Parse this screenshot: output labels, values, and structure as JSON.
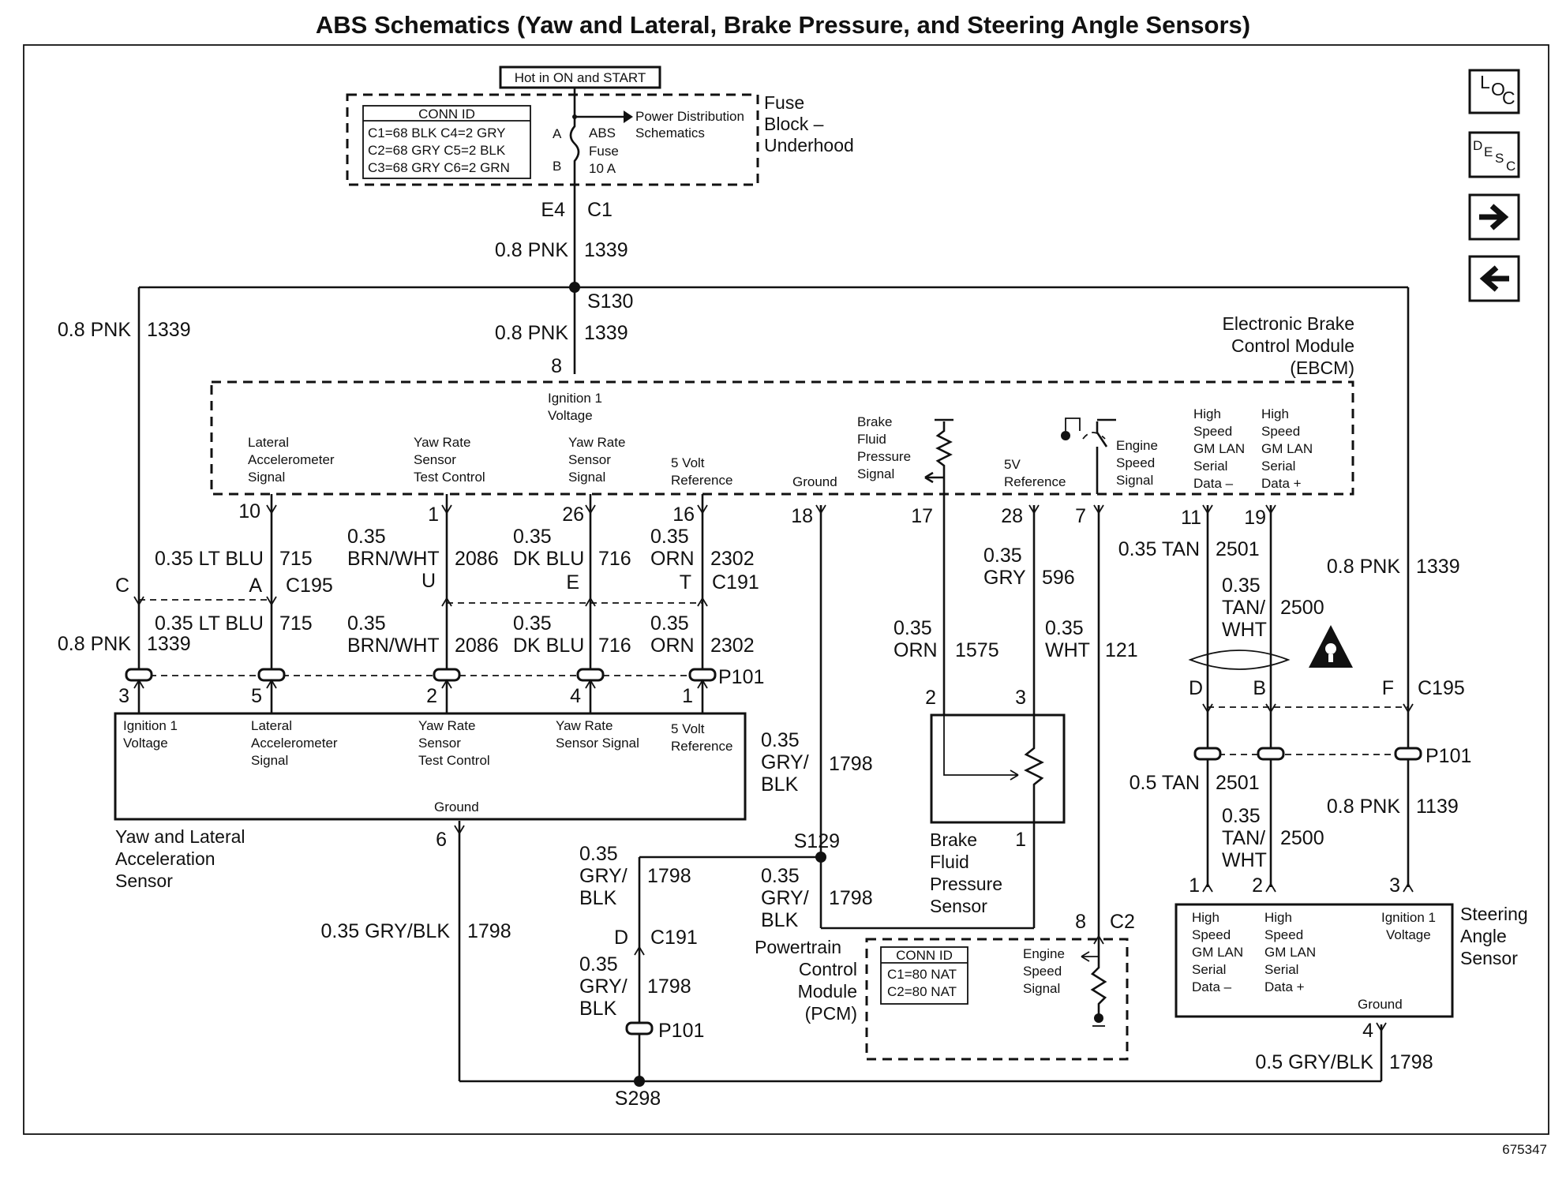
{
  "title": "ABS Schematics (Yaw and Lateral, Brake Pressure, and Steering Angle Sensors)",
  "figure_number": "675347",
  "nav_buttons": {
    "loc": "LOC",
    "desc": "DESC",
    "next_icon": "arrow-right-icon",
    "prev_icon": "arrow-left-icon"
  },
  "fuse_block": {
    "hot_label": "Hot in ON and START",
    "name_lines": [
      "Fuse",
      "Block –",
      "Underhood"
    ],
    "conn_id_title": "CONN ID",
    "conn_rows": [
      "C1=68 BLK  C4=2 GRY",
      "C2=68 GRY  C5=2 BLK",
      "C3=68 GRY  C6=2 GRN"
    ],
    "pin_a": "A",
    "pin_b": "B",
    "fuse_lines": [
      "ABS",
      "Fuse",
      "10 A"
    ],
    "power_dist_lines": [
      "Power Distribution",
      "Schematics"
    ],
    "out_pin": "E4",
    "out_conn": "C1"
  },
  "feed": {
    "wire1": "0.8 PNK",
    "circuit1": "1339",
    "splice": "S130",
    "wire2": "0.8 PNK",
    "circuit2": "1339",
    "left_wire": "0.8 PNK",
    "left_circuit": "1339"
  },
  "ebcm": {
    "name_lines": [
      "Electronic Brake",
      "Control Module",
      "(EBCM)"
    ],
    "ign_pin": "8",
    "ign_label": [
      "Ignition 1",
      "Voltage"
    ],
    "labels": {
      "lat": [
        "Lateral",
        "Accelerometer",
        "Signal"
      ],
      "yaw_test": [
        "Yaw Rate",
        "Sensor",
        "Test Control"
      ],
      "yaw_sig": [
        "Yaw Rate",
        "Sensor",
        "Signal"
      ],
      "five_v": [
        "5 Volt",
        "Reference"
      ],
      "ground": [
        "Ground"
      ],
      "brake": [
        "Brake",
        "Fluid",
        "Pressure",
        "Signal"
      ],
      "ref5v": [
        "5V",
        "Reference"
      ],
      "eng": [
        "Engine",
        "Speed",
        "Signal"
      ],
      "hs_minus": [
        "High",
        "Speed",
        "GM LAN",
        "Serial",
        "Data –"
      ],
      "hs_plus": [
        "High",
        "Speed",
        "GM LAN",
        "Serial",
        "Data +"
      ]
    },
    "pins": [
      "10",
      "1",
      "26",
      "16",
      "18",
      "17",
      "28",
      "7",
      "11",
      "19"
    ]
  },
  "wires_upper": {
    "lat": [
      "0.35 LT BLU",
      "715"
    ],
    "yawtest": [
      "0.35",
      "BRN/WHT",
      "2086"
    ],
    "yawsig": [
      "0.35",
      "DK BLU",
      "716"
    ],
    "fivev": [
      "0.35",
      "ORN",
      "2302"
    ],
    "gry": [
      "0.35",
      "GRY",
      "596"
    ],
    "tan": [
      "0.35 TAN",
      "2501"
    ],
    "tanwht": [
      "0.35",
      "TAN/",
      "WHT",
      "2500"
    ],
    "pnk_r": [
      "0.8 PNK",
      "1339"
    ]
  },
  "c195_pins": {
    "C": "C",
    "A": "A",
    "label": "C195",
    "D": "D",
    "B": "B",
    "F": "F",
    "label2": "C195"
  },
  "c191_pins": {
    "U": "U",
    "E": "E",
    "T": "T",
    "label": "C191"
  },
  "wires_lower": {
    "lat": [
      "0.35 LT BLU",
      "715"
    ],
    "pnk": [
      "0.8 PNK",
      "1339"
    ],
    "yawtest": [
      "0.35",
      "BRN/WHT",
      "2086"
    ],
    "yawsig": [
      "0.35",
      "DK BLU",
      "716"
    ],
    "fivev": [
      "0.35",
      "ORN",
      "2302"
    ],
    "orn": [
      "0.35",
      "ORN",
      "1575"
    ],
    "wht": [
      "0.35",
      "WHT",
      "121"
    ],
    "tan": [
      "0.5 TAN",
      "2501"
    ],
    "tanwht": [
      "0.35",
      "TAN/",
      "WHT",
      "2500"
    ],
    "pnk_r": [
      "0.8 PNK",
      "1139"
    ]
  },
  "p101": "P101",
  "yaw_sensor": {
    "pins": [
      "3",
      "5",
      "2",
      "4",
      "1"
    ],
    "labels": {
      "ign": [
        "Ignition 1",
        "Voltage"
      ],
      "lat": [
        "Lateral",
        "Accelerometer",
        "Signal"
      ],
      "test": [
        "Yaw Rate",
        "Sensor",
        "Test Control"
      ],
      "sig": [
        "Yaw Rate",
        "Sensor Signal"
      ],
      "ref": [
        "5 Volt",
        "Reference"
      ],
      "gnd": "Ground"
    },
    "name_lines": [
      "Yaw and Lateral",
      "Acceleration",
      "Sensor"
    ],
    "ground_pin": "6"
  },
  "ground_wires": {
    "gryblk_mid": [
      "0.35",
      "GRY/",
      "BLK",
      "1798"
    ],
    "s129": "S129",
    "left": [
      "0.35",
      "GRY/",
      "BLK",
      "1798"
    ],
    "right": [
      "0.35",
      "GRY/",
      "BLK",
      "1798"
    ],
    "c191_pin": "D",
    "c191": "C191",
    "below": [
      "0.35",
      "GRY/",
      "BLK",
      "1798"
    ],
    "yaw_gnd": [
      "0.35 GRY/BLK",
      "1798"
    ],
    "s298": "S298",
    "steer_gnd": [
      "0.5 GRY/BLK",
      "1798"
    ]
  },
  "brake_sensor": {
    "pins": [
      "2",
      "3",
      "1"
    ],
    "name_lines": [
      "Brake",
      "Fluid",
      "Pressure",
      "Sensor"
    ]
  },
  "pcm": {
    "name_lines": [
      "Powertrain",
      "Control",
      "Module",
      "(PCM)"
    ],
    "conn_title": "CONN ID",
    "conn_rows": [
      "C1=80 NAT",
      "C2=80 NAT"
    ],
    "pin": "8",
    "conn": "C2",
    "signal": [
      "Engine",
      "Speed",
      "Signal"
    ]
  },
  "steering_sensor": {
    "pins": [
      "1",
      "2",
      "3"
    ],
    "labels": {
      "minus": [
        "High",
        "Speed",
        "GM LAN",
        "Serial",
        "Data –"
      ],
      "plus": [
        "High",
        "Speed",
        "GM LAN",
        "Serial",
        "Data +"
      ],
      "ign": [
        "Ignition 1",
        "Voltage"
      ],
      "gnd": "Ground"
    },
    "name_lines": [
      "Steering",
      "Angle",
      "Sensor"
    ],
    "ground_pin": "4"
  }
}
